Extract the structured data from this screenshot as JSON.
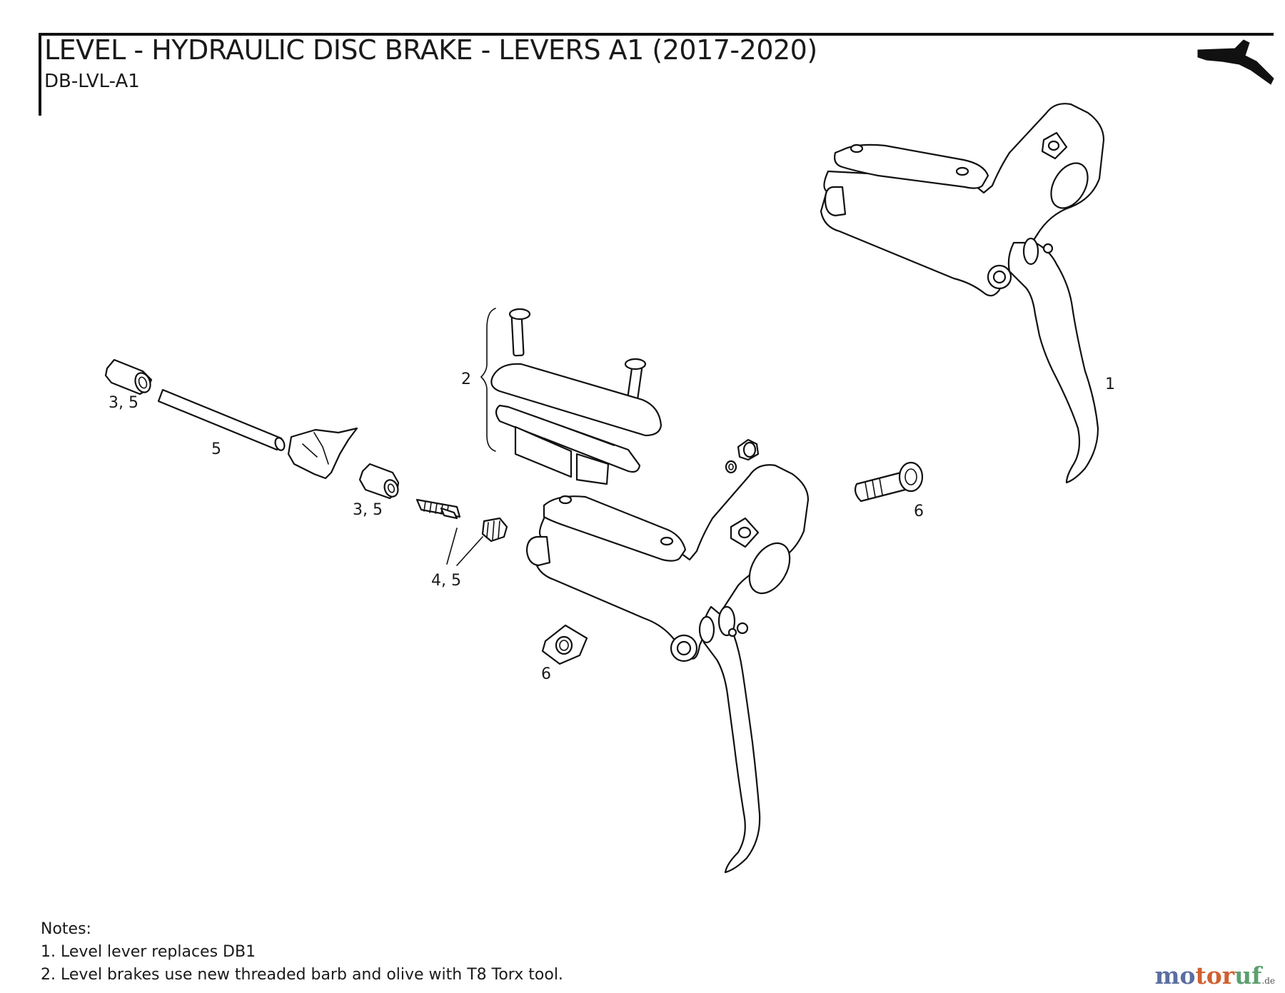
{
  "header": {
    "title": "LEVEL - HYDRAULIC DISC BRAKE - LEVERS A1 (2017-2020)",
    "subtitle": "DB-LVL-A1"
  },
  "callouts": {
    "c1": "1",
    "c2": "2",
    "c3a": "3, 5",
    "c3b": "3, 5",
    "c45": "4, 5",
    "c5": "5",
    "c6a": "6",
    "c6b": "6"
  },
  "notes": {
    "heading": "Notes:",
    "items": [
      "1. Level lever replaces DB1",
      "2. Level brakes use new threaded barb and olive with T8 Torx tool."
    ]
  },
  "brand": {
    "name_part1": "mo",
    "name_part2": "tor",
    "name_part3": "uf",
    "tld": ".de"
  }
}
